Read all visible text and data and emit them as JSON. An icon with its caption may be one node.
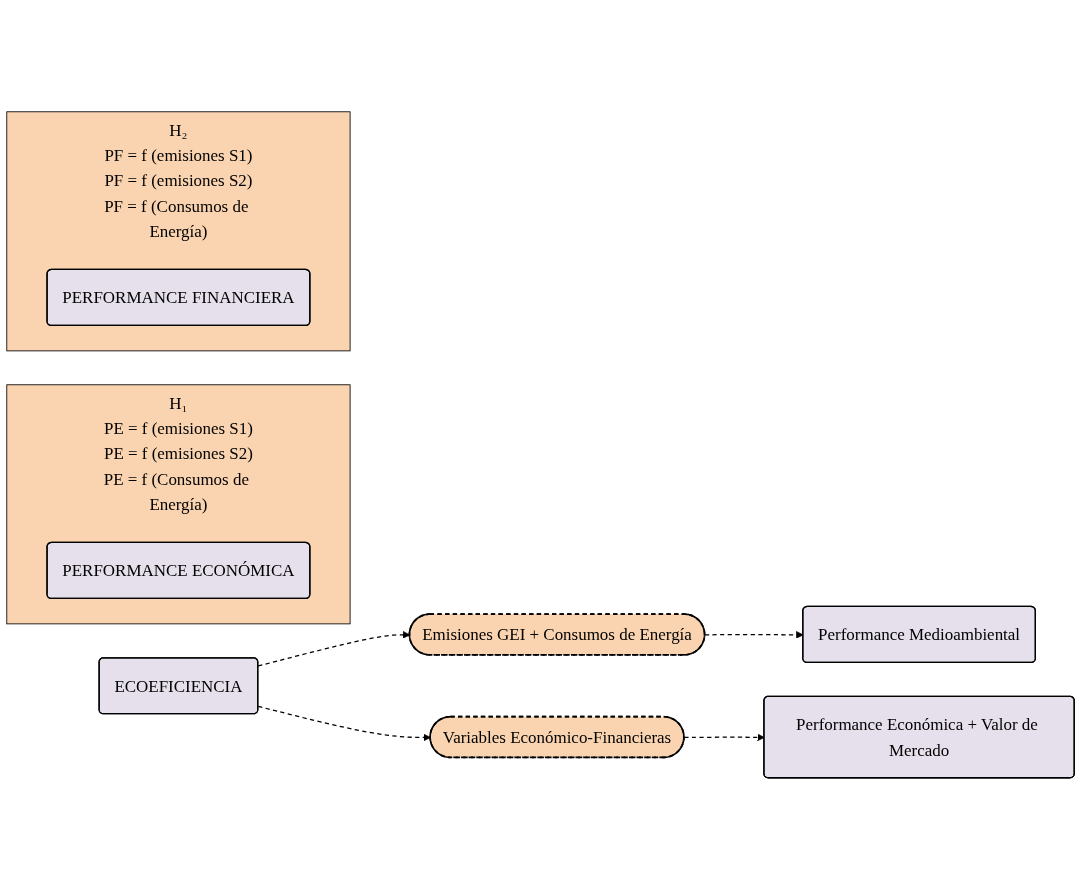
{
  "diagram": {
    "nodes": [
      {
        "text": [
          "Emisiones GEI + Consumos de Energía"
        ]
      },
      {
        "text": [
          "Performance Medioambiental"
        ]
      },
      {
        "text": [
          "H₁",
          "PE = f (emisiones S1)",
          "PE = f (emisiones S2)",
          "PE = f (Consumos de Energía)"
        ]
      },
      {
        "text": [
          "PERFORMANCE ECONÓMICA"
        ],
        "in": 2
      },
      {
        "text": [
          "H₂",
          "PF = f (emisiones S1)",
          "PF = f (emisiones S2)",
          "PF = f (Consumos de Energía)"
        ]
      },
      {
        "text": [
          "PERFORMANCE FINANCIERA"
        ],
        "in": 4
      },
      {
        "text": [
          "ECOEFICIENCIA"
        ]
      },
      {
        "text": [
          "Variables Económico-Financieras"
        ]
      },
      {
        "text": [
          "Performance Económica + Valor de Mercado"
        ]
      }
    ],
    "edges": [
      {
        "from": 6,
        "to": 0,
        "arrow": "to",
        "style": "dashed"
      },
      {
        "from": 0,
        "to": 1,
        "arrow": "to",
        "style": "dashed"
      },
      {
        "from": 6,
        "to": 7,
        "arrow": "to",
        "style": "dashed"
      },
      {
        "from": 7,
        "to": 8,
        "arrow": "to",
        "style": "dashed"
      }
    ]
  }
}
